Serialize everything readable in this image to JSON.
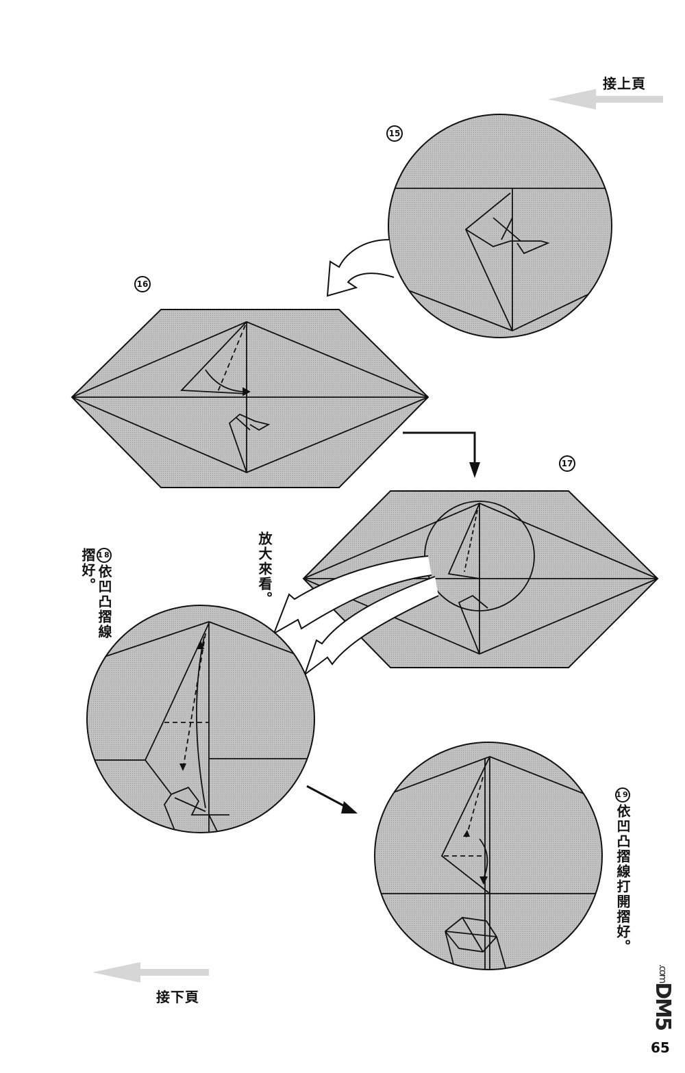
{
  "nav": {
    "prev_page": "接上頁",
    "next_page": "接下頁"
  },
  "steps": [
    {
      "number": "15"
    },
    {
      "number": "16"
    },
    {
      "number": "17"
    },
    {
      "number": "18",
      "instruction_lines": [
        "依凹凸摺線",
        "摺好。"
      ]
    },
    {
      "number": "19",
      "instruction": "依凹凸摺線打開摺好。"
    }
  ],
  "callout": {
    "zoom_text": "放大來看。"
  },
  "page_number": "65",
  "watermark": {
    "brand": "DM5",
    "suffix": ".com"
  },
  "colors": {
    "paper_fill": "#bdbdbd",
    "line": "#111111",
    "nav_arrow": "#d6d6d6"
  }
}
